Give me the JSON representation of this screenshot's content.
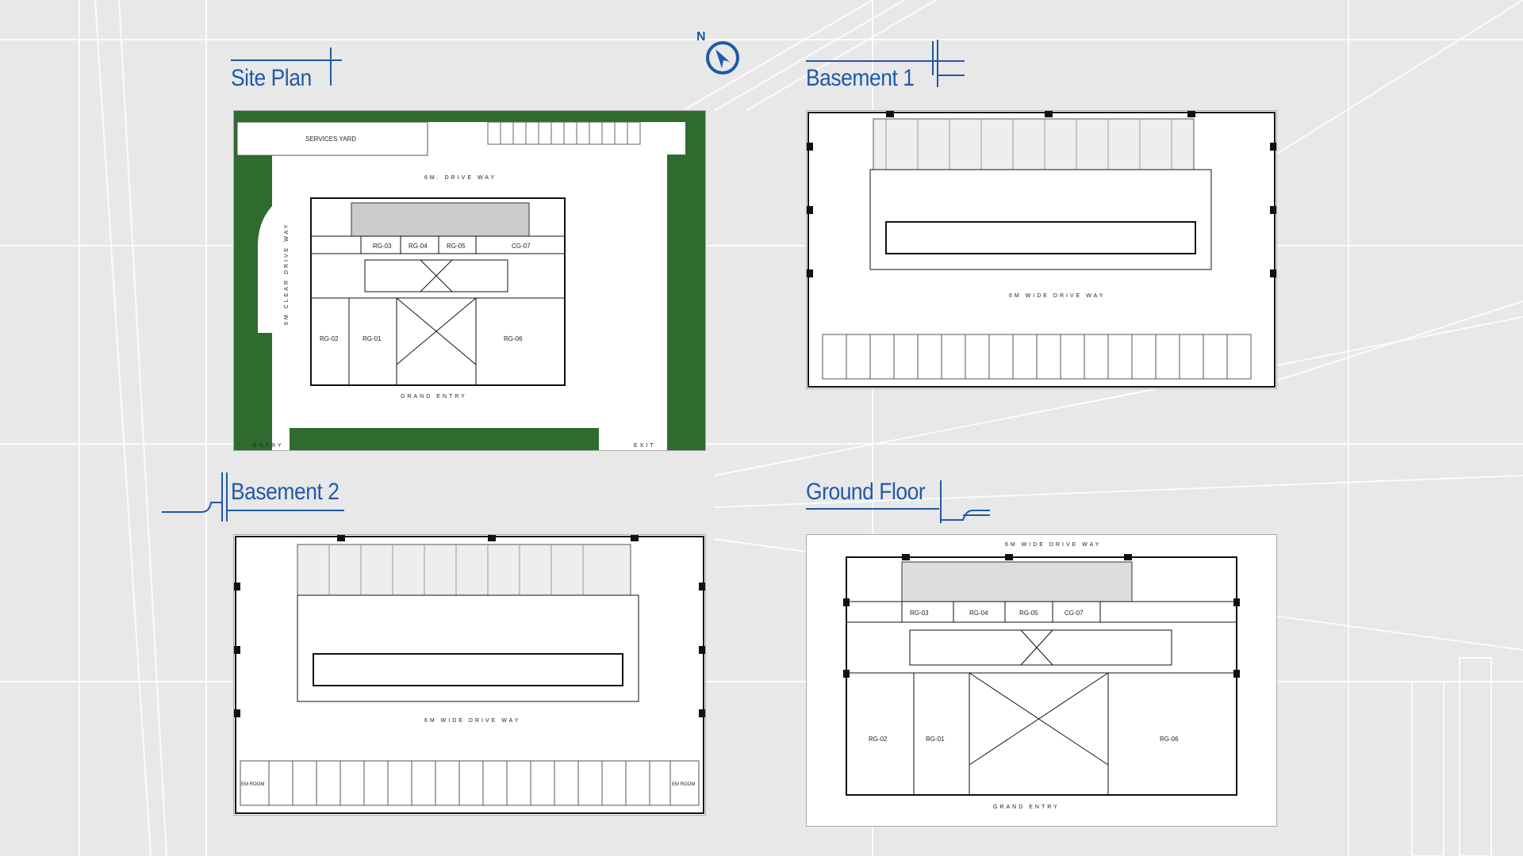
{
  "compass": {
    "label": "N"
  },
  "colors": {
    "title": "#1f5aa6",
    "green": "#2f6b2f",
    "bg": "#e8e8e9"
  },
  "site_plan": {
    "title": "Site Plan",
    "services_yard": "SERVICES YARD",
    "drive_way": "6M. DRIVE WAY",
    "rooms": [
      "RG-03",
      "RG-04",
      "RG-05",
      "CG-07",
      "RG-02",
      "RG-01",
      "RG-06"
    ],
    "grand_entry": "GRAND ENTRY",
    "entry": "ENTRY",
    "exit": "EXIT",
    "clear_drive": "6M CLEAR DRIVE WAY"
  },
  "basement1": {
    "title": "Basement 1",
    "drive_way": "6M WIDE DRIVE WAY"
  },
  "basement2": {
    "title": "Basement 2",
    "drive_way": "6M WIDE DRIVE WAY",
    "room_left": "EM ROOM",
    "room_right": "EM ROOM"
  },
  "ground_floor": {
    "title": "Ground Floor",
    "drive_way": "6M WIDE DRIVE WAY",
    "rooms": [
      "RG-03",
      "RG-04",
      "RG-05",
      "CG-07",
      "RG-02",
      "RG-01",
      "RG-06"
    ],
    "grand_entry": "GRAND ENTRY"
  }
}
